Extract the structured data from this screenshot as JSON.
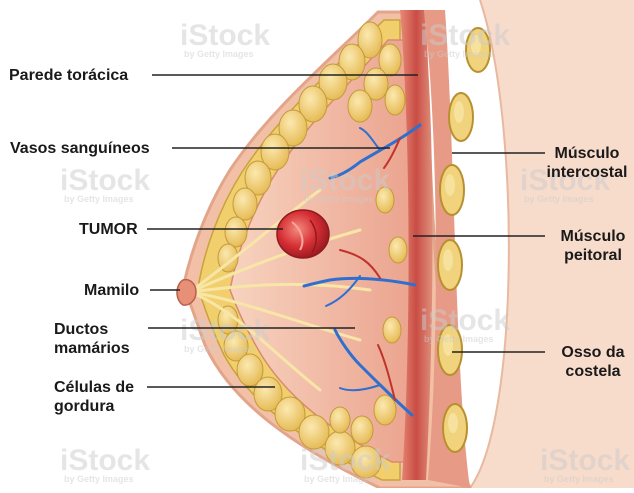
{
  "labels": {
    "parede_toracica": "Parede torácica",
    "vasos_sanguineos": "Vasos sanguíneos",
    "tumor": "TUMOR",
    "mamilo": "Mamilo",
    "ductos_mamarios": "Ductos\nmamários",
    "celulas_gordura": "Células de\ngordura",
    "musculo_intercostal": "Músculo\nintercostal",
    "musculo_peitoral": "Músculo\npeitoral",
    "osso_costela": "Osso da\ncostela"
  },
  "watermark": {
    "brand": "iStock",
    "byline": "by Getty Images"
  },
  "colors": {
    "skin": "#f5cdb3",
    "skin_edge": "#e8a88a",
    "tissue": "#f3b8a4",
    "fat": "#f2d27a",
    "fat_edge": "#c9a23c",
    "muscle": "#d9675b",
    "tumor": "#d62f35",
    "vessel_blue": "#2f6fd0",
    "vessel_red": "#c0332b",
    "rib": "#f0d37c",
    "line": "#222222"
  }
}
